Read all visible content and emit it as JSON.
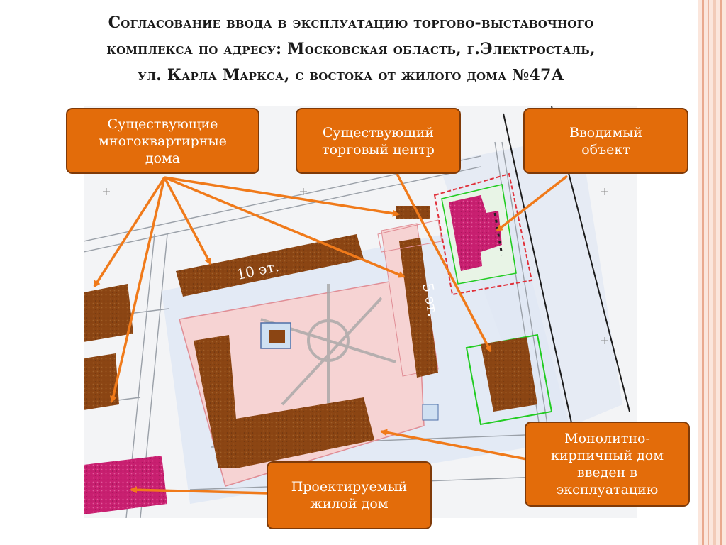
{
  "title": {
    "line1": "Согласование ввода в эксплуатацию торгово-выставочного",
    "line2": "комплекса по адресу: Московская область, г.Электросталь,",
    "line3": "ул. Карла Маркса, с востока от жилого дома №47А"
  },
  "callouts": {
    "existing_apartments": "Существующие\nмногоквартирные\nдома",
    "existing_mall": "Существующий\nторговый центр",
    "new_object": "Вводимый\nобъект",
    "monolith_house": "Монолитно-\nкирпичный дом\nвведен в\nэксплуатацию",
    "projected_house": "Проектируемый\nжилой дом"
  },
  "map_labels": {
    "floors_10": "10 эт.",
    "floors_5": "5 эт."
  },
  "colors": {
    "callout_fill": "#e36c0a",
    "callout_border": "#7f3a08",
    "arrow": "#f07a1a",
    "building_brown": "#8b4513",
    "building_magenta": "#cc2277",
    "zone_pink": "#f6d3d3",
    "zone_blue": "#dfe7f4",
    "outline_green": "#22cc22",
    "outline_red": "#e0303a"
  }
}
